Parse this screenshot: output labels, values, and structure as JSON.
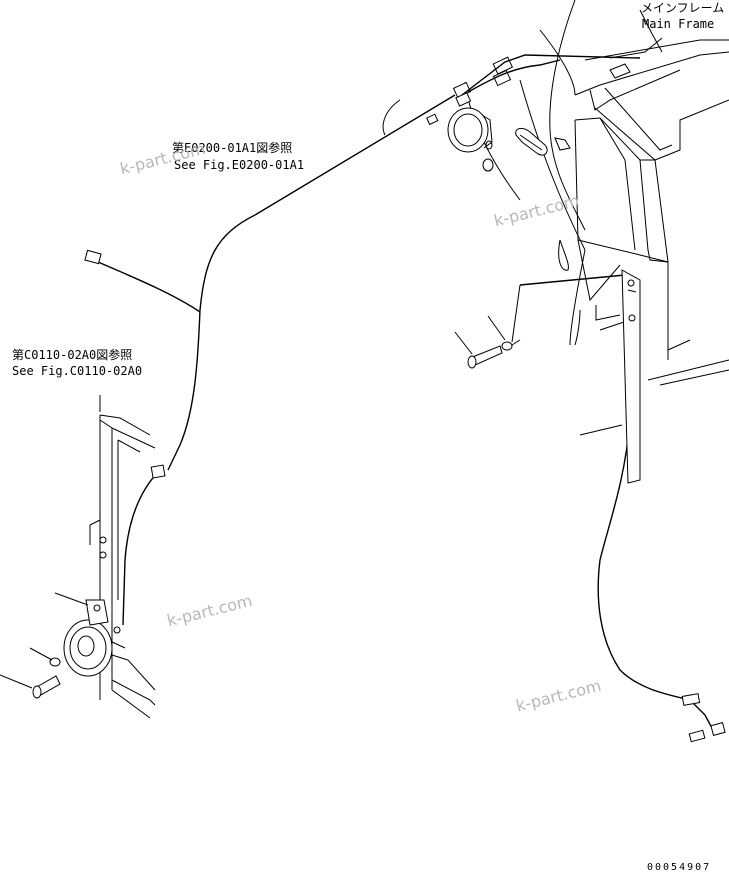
{
  "labels": {
    "main_frame_jp": "メインフレーム",
    "main_frame_en": "Main Frame",
    "ref1_jp": "第E0200-01A1図参照",
    "ref1_en": "See Fig.E0200-01A1",
    "ref2_jp": "第C0110-02A0図参照",
    "ref2_en": "See Fig.C0110-02A0"
  },
  "watermark": "k-part.com",
  "drawing_code": "00054907"
}
